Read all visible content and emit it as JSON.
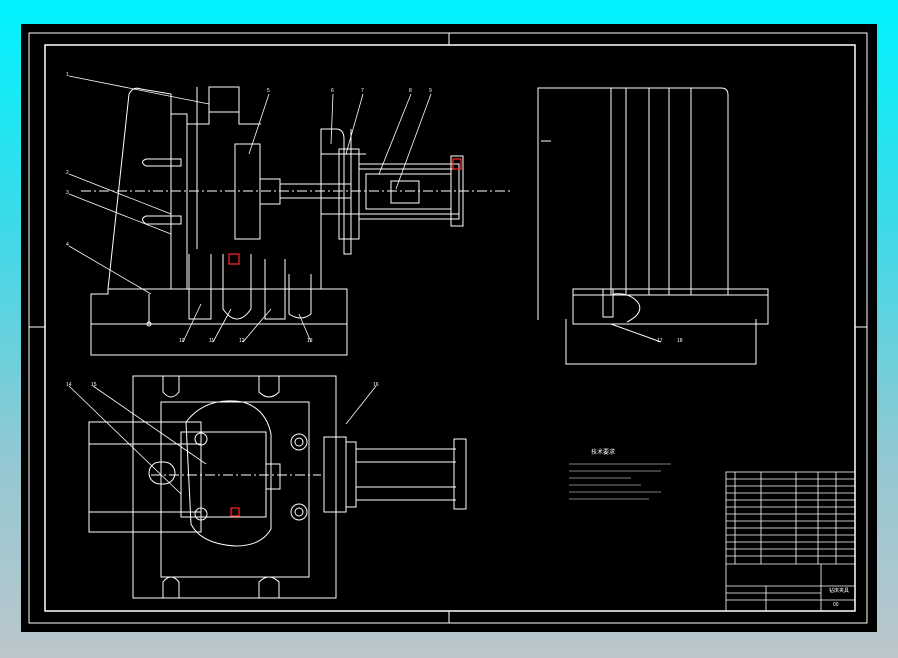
{
  "colors": {
    "background": "#000000",
    "line": "#ffffff",
    "accent": "#ff2a2a",
    "frame_outer": "#00f4ff"
  },
  "drawing": {
    "tech_requirements_title": "技术要求",
    "part_callouts": [
      "1",
      "2",
      "3",
      "4",
      "5",
      "6",
      "7",
      "8",
      "9",
      "10",
      "11",
      "12",
      "13",
      "14",
      "15",
      "16",
      "17",
      "18"
    ],
    "title_block_name": "钻床夹具",
    "title_block_number": "00"
  }
}
